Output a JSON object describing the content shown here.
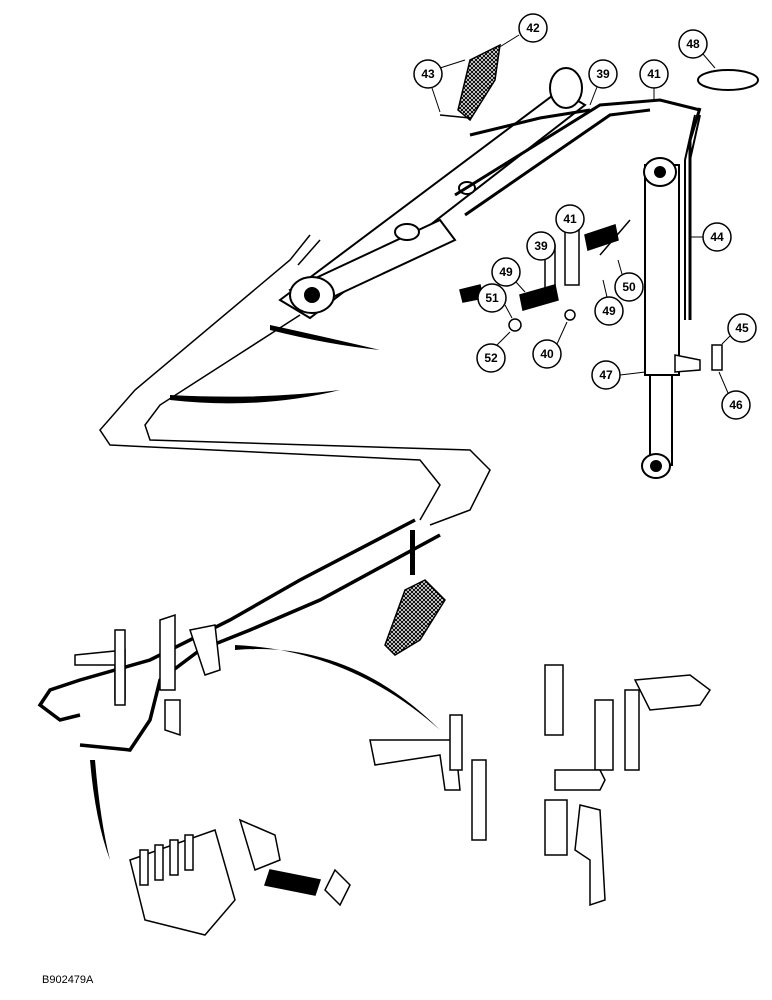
{
  "drawing_code": "B902479A",
  "callouts": [
    {
      "id": "c42",
      "label": "42"
    },
    {
      "id": "c43",
      "label": "43"
    },
    {
      "id": "c39a",
      "label": "39"
    },
    {
      "id": "c41a",
      "label": "41"
    },
    {
      "id": "c48",
      "label": "48"
    },
    {
      "id": "c44",
      "label": "44"
    },
    {
      "id": "c41b",
      "label": "41"
    },
    {
      "id": "c39b",
      "label": "39"
    },
    {
      "id": "c49a",
      "label": "49"
    },
    {
      "id": "c50",
      "label": "50"
    },
    {
      "id": "c49b",
      "label": "49"
    },
    {
      "id": "c51",
      "label": "51"
    },
    {
      "id": "c52",
      "label": "52"
    },
    {
      "id": "c40",
      "label": "40"
    },
    {
      "id": "c45",
      "label": "45"
    },
    {
      "id": "c47",
      "label": "47"
    },
    {
      "id": "c46",
      "label": "46"
    }
  ]
}
